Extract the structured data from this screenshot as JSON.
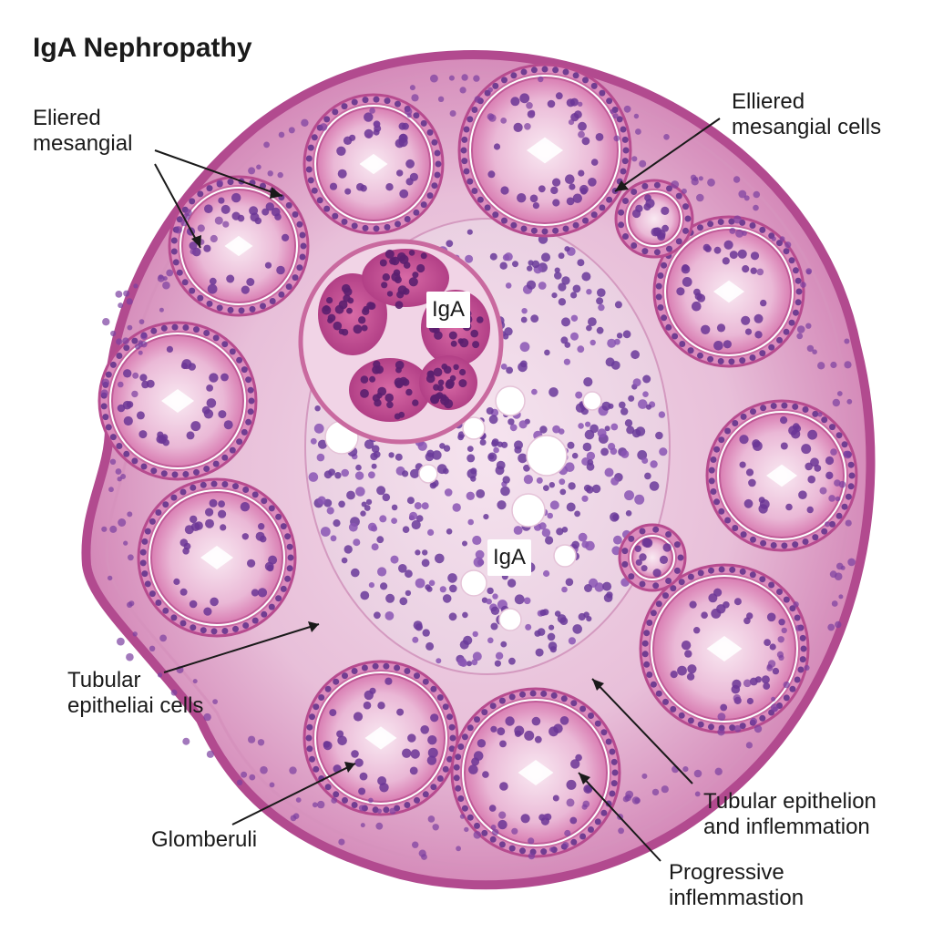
{
  "title": "IgA Nephropathy",
  "labels": {
    "top_left": [
      "Eliered",
      "mesangial"
    ],
    "top_right": [
      "Elliered",
      "mesangial cells"
    ],
    "mid_left": [
      "Tubular",
      "epitheliai cells"
    ],
    "bottom_left": [
      "Glomberuli"
    ],
    "bottom_right_1": [
      "Tubular epithelion",
      "and inflemmation"
    ],
    "bottom_right_2": [
      "Progressive",
      "inflemmastion"
    ]
  },
  "tags": {
    "upper": "IgA",
    "center": "IgA"
  },
  "colors": {
    "tissue_bg": "#e7b9d8",
    "tissue_dark": "#c2589b",
    "nuclei": "#6a3a9a",
    "lumen": "#f8e6f1",
    "text": "#1a1a1a"
  }
}
